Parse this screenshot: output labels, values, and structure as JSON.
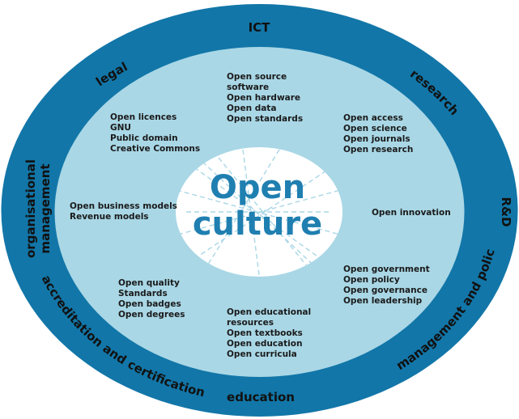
{
  "colors": {
    "outer_ring": "#1276a8",
    "middle_disc": "#a9d7e6",
    "center_disc": "#ffffff",
    "ring_text": "#111111",
    "cluster_text": "#1a1a1a",
    "center_text": "#1f7fb0",
    "web_lines": "#a9d7e6"
  },
  "center": {
    "line1": "Open",
    "line2": "culture"
  },
  "ring_labels": {
    "ict": "ICT",
    "research": "research",
    "rnd": "R&D",
    "management_policy": "management and policy",
    "education": "education",
    "accreditation": "accreditation and certification",
    "org_line1": "organisational",
    "org_line2": "management",
    "legal": "legal"
  },
  "clusters": {
    "ict": [
      "Open source",
      "software",
      "Open hardware",
      "Open data",
      "Open standards"
    ],
    "research": [
      "Open access",
      "Open science",
      "Open journals",
      "Open research"
    ],
    "rnd": [
      "Open innovation"
    ],
    "policy": [
      "Open government",
      "Open policy",
      "Open governance",
      "Open leadership"
    ],
    "education": [
      "Open educational",
      "resources",
      "Open textbooks",
      "Open education",
      "Open curricula"
    ],
    "accreditation": [
      "Open quality",
      "Standards",
      "Open badges",
      "Open degrees"
    ],
    "organisational": [
      "Open business models",
      "Revenue models"
    ],
    "legal": [
      "Open licences",
      "GNU",
      "Public domain",
      "Creative Commons"
    ]
  }
}
